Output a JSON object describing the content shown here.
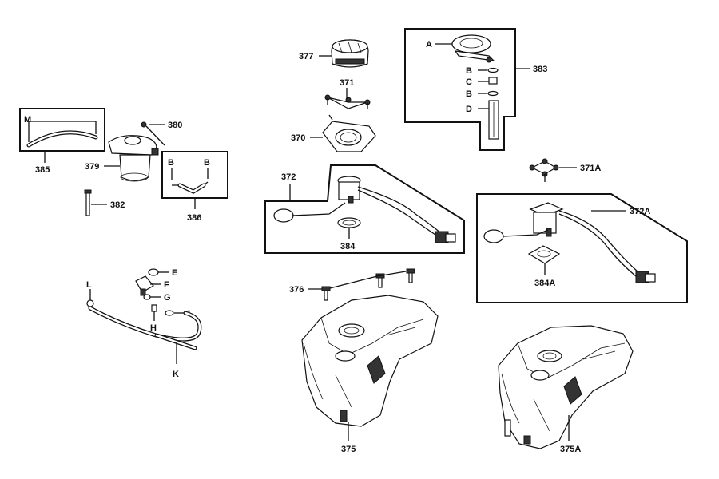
{
  "labels": {
    "p377": "377",
    "p371": "371",
    "p370": "370",
    "p372": "372",
    "p384": "384",
    "p383": "383",
    "sA": "A",
    "sB1": "B",
    "sC": "C",
    "sB2": "B",
    "sD": "D",
    "p371A": "371A",
    "p372A": "372A",
    "p384A": "384A",
    "p380": "380",
    "p385": "385",
    "p379": "379",
    "sM": "M",
    "p386": "386",
    "sB3": "B",
    "sB4": "B",
    "p382": "382",
    "sE": "E",
    "sF": "F",
    "sG": "G",
    "sH": "H",
    "sL1": "L",
    "sL2": "L",
    "sK": "K",
    "p376": "376",
    "p375": "375",
    "p375A": "375A"
  }
}
